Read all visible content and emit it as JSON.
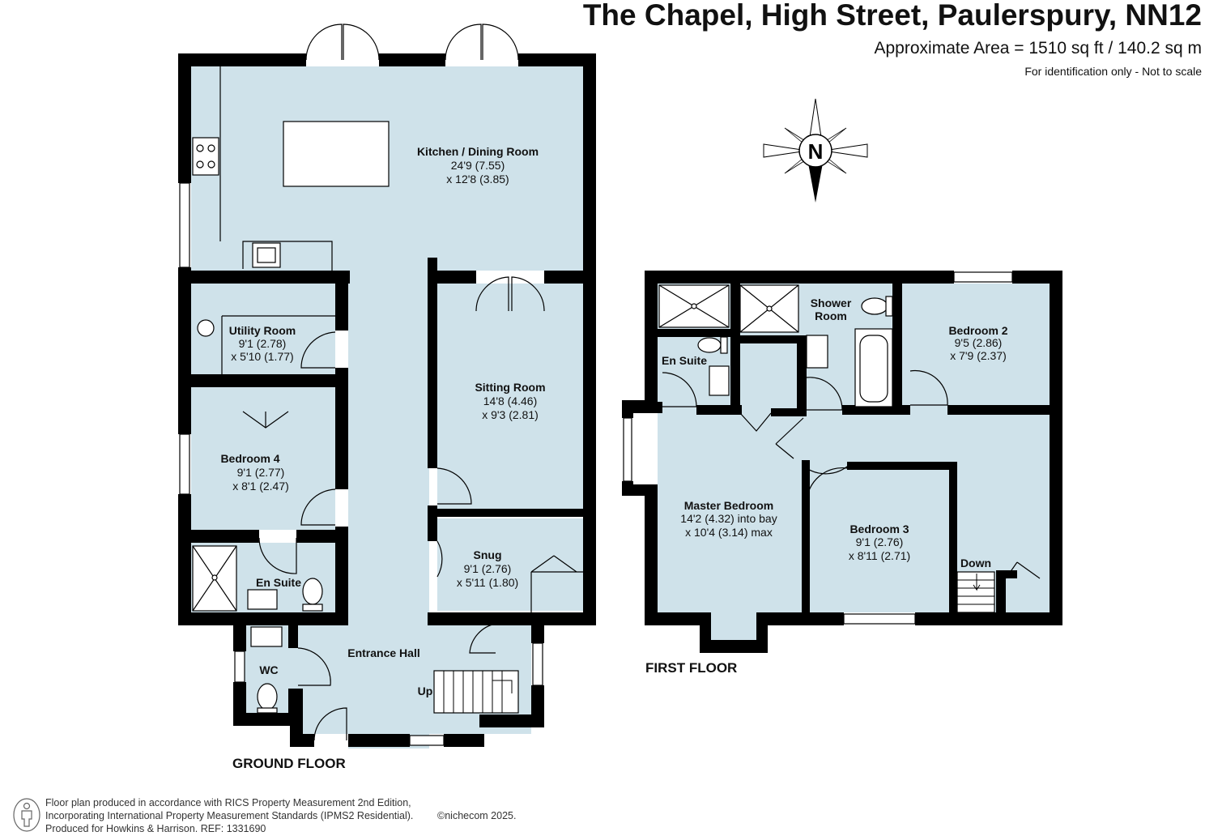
{
  "header": {
    "title": "The Chapel, High Street, Paulerspury, NN12",
    "area": "Approximate Area = 1510 sq ft / 140.2 sq m",
    "note": "For identification only - Not to scale"
  },
  "compass": {
    "label": "N"
  },
  "floors": {
    "ground": "GROUND FLOOR",
    "first": "FIRST FLOOR"
  },
  "rooms": {
    "kitchen": {
      "name": "Kitchen / Dining Room",
      "dim1": "24'9 (7.55)",
      "dim2": "x 12'8 (3.85)"
    },
    "utility": {
      "name": "Utility Room",
      "dim1": "9'1 (2.78)",
      "dim2": "x 5'10 (1.77)"
    },
    "sitting": {
      "name": "Sitting Room",
      "dim1": "14'8 (4.46)",
      "dim2": "x 9'3 (2.81)"
    },
    "bedroom4": {
      "name": "Bedroom 4",
      "dim1": "9'1 (2.77)",
      "dim2": "x 8'1 (2.47)"
    },
    "snug": {
      "name": "Snug",
      "dim1": "9'1 (2.76)",
      "dim2": "x 5'11 (1.80)"
    },
    "ensuite_g": {
      "name": "En Suite"
    },
    "wc": {
      "name": "WC"
    },
    "hall": {
      "name": "Entrance Hall"
    },
    "up": {
      "name": "Up"
    },
    "ensuite_f": {
      "name": "En Suite"
    },
    "shower1": {
      "name": "Shower"
    },
    "shower2": {
      "name": "Room"
    },
    "bedroom2": {
      "name": "Bedroom 2",
      "dim1": "9'5 (2.86)",
      "dim2": "x 7'9 (2.37)"
    },
    "master": {
      "name": "Master Bedroom",
      "dim1": "14'2 (4.32) into bay",
      "dim2": "x 10'4 (3.14) max"
    },
    "bedroom3": {
      "name": "Bedroom 3",
      "dim1": "9'1 (2.76)",
      "dim2": "x 8'11 (2.71)"
    },
    "down": {
      "name": "Down"
    }
  },
  "footer": {
    "line1": "Floor plan produced in accordance with RICS Property Measurement 2nd Edition,",
    "line2": "Incorporating International Property Measurement Standards (IPMS2 Residential).",
    "line3": "Produced for Howkins & Harrison.   REF: 1331690",
    "copyright": "©nichecom 2025."
  },
  "colors": {
    "room_fill": "#cfe2ea",
    "wall": "#000000",
    "fixture": "#ffffff"
  }
}
